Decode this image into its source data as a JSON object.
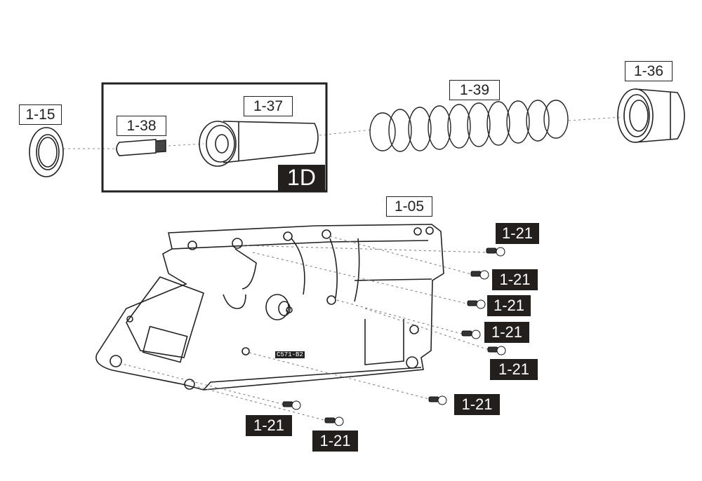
{
  "title": "Gearbox exploded parts diagram",
  "group_label": "1D",
  "parts": {
    "p115": "1-15",
    "p138": "1-38",
    "p137": "1-37",
    "p139": "1-39",
    "p136": "1-36",
    "p105": "1-05"
  },
  "screw_labels": [
    "1-21",
    "1-21",
    "1-21",
    "1-21",
    "1-21",
    "1-21",
    "1-21",
    "1-21"
  ],
  "emboss": "C571-B2",
  "colors": {
    "line": "#222222",
    "label_dark": "#231f1c"
  }
}
